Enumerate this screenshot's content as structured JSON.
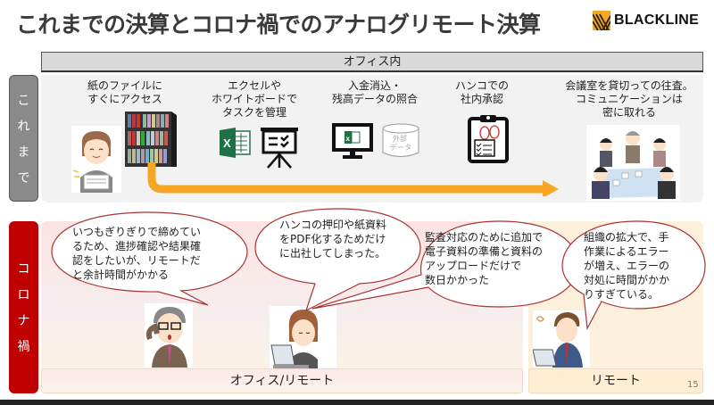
{
  "title": "これまでの決算とコロナ禍でのアナログリモート決算",
  "logo": {
    "text": "BLACKLINE",
    "accent_color": "#f5a623"
  },
  "office_header": "オフィス内",
  "sections": {
    "before": {
      "label_chars": [
        "こ",
        "れ",
        "ま",
        "で"
      ],
      "color": "#8a8a8a"
    },
    "corona": {
      "label_chars": [
        "コ",
        "ロ",
        "ナ",
        "禍"
      ],
      "color": "#c00000"
    }
  },
  "before_items": [
    {
      "lines": [
        "紙のファイルに",
        "すぐにアクセス"
      ],
      "icons": [
        "woman-with-paper",
        "file-cabinet"
      ]
    },
    {
      "lines": [
        "エクセルや",
        "ホワイトボードで",
        "タスクを管理"
      ],
      "icons": [
        "excel",
        "whiteboard"
      ]
    },
    {
      "lines": [
        "入金消込・",
        "残高データの照合"
      ],
      "icons": [
        "monitor-excel",
        "external-data-database"
      ],
      "db_label": [
        "外部",
        "データ"
      ]
    },
    {
      "lines": [
        "ハンコでの",
        "社内承認"
      ],
      "icons": [
        "clipboard-stamps"
      ]
    },
    {
      "lines": [
        "会議室を貸切っての往査。",
        "コミュニケーションは",
        "密に取れる"
      ],
      "icons": [
        "meeting-room"
      ]
    }
  ],
  "arrow_color": "#f5a623",
  "corona_bubbles": [
    {
      "lines": [
        "いつもぎりぎりで締めてい",
        "るため、進捗確認や結果確",
        "認をしたいが、リモートだ",
        "と余計時間がかかる"
      ]
    },
    {
      "lines": [
        "ハンコの押印や紙資料",
        "をPDF化するためだけ",
        "に出社してしまった。"
      ]
    },
    {
      "lines": [
        "監査対応のために追加で",
        "電子資料の準備と資料の",
        "アップロードだけで",
        "数日かかった"
      ]
    },
    {
      "lines": [
        "組織の拡大で、手",
        "作業によるエラー",
        "が増え、エラーの",
        "対処に時間がかか",
        "りすぎている。"
      ]
    }
  ],
  "bottom_labels": {
    "office_remote": "オフィス/リモート",
    "remote": "リモート"
  },
  "page_number": "15"
}
